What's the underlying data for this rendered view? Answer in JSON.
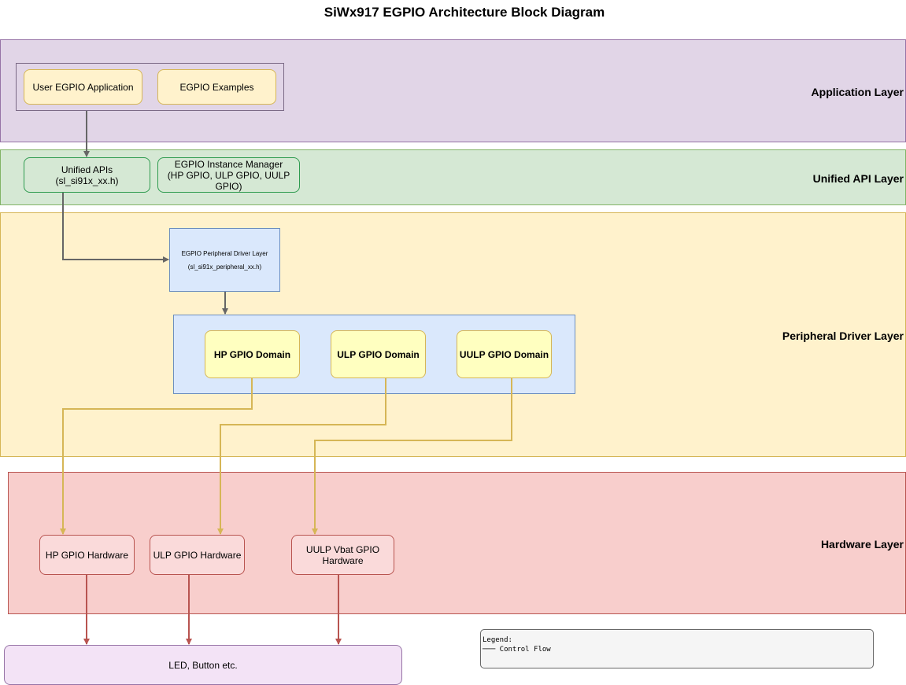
{
  "title": "SiWx917 EGPIO Architecture Block Diagram",
  "colors": {
    "application_layer": "#e1d5e7",
    "unified_api_layer": "#d5e8d4",
    "peripheral_driver_layer": "#fff2cc",
    "hardware_layer": "#f8cecc",
    "control_arrow": "#666666",
    "domain_arrow": "#d6b656",
    "hardware_arrow": "#b85450"
  },
  "layers": {
    "application": "Application Layer",
    "unified_api": "Unified API Layer",
    "peripheral_driver": "Peripheral Driver Layer",
    "hardware": "Hardware Layer"
  },
  "application": {
    "user_app": "User EGPIO Application",
    "examples": "EGPIO Examples"
  },
  "unified_api": {
    "apis_title": "Unified APIs",
    "apis_header": "(sl_si91x_xx.h)",
    "instance_manager_title": "EGPIO Instance Manager",
    "instance_manager_detail": "(HP GPIO, ULP GPIO, UULP GPIO)"
  },
  "peripheral": {
    "driver_title": "EGPIO Peripheral Driver Layer",
    "driver_header": "(sl_si91x_peripheral_xx.h)",
    "domains": [
      "HP GPIO Domain",
      "ULP GPIO Domain",
      "UULP GPIO Domain"
    ]
  },
  "hardware": {
    "blocks": [
      "HP GPIO Hardware",
      "ULP GPIO Hardware",
      "UULP Vbat GPIO Hardware"
    ]
  },
  "external": {
    "devices": "LED, Button etc."
  },
  "legend": {
    "heading": "Legend:",
    "entry": "─── Control Flow"
  }
}
